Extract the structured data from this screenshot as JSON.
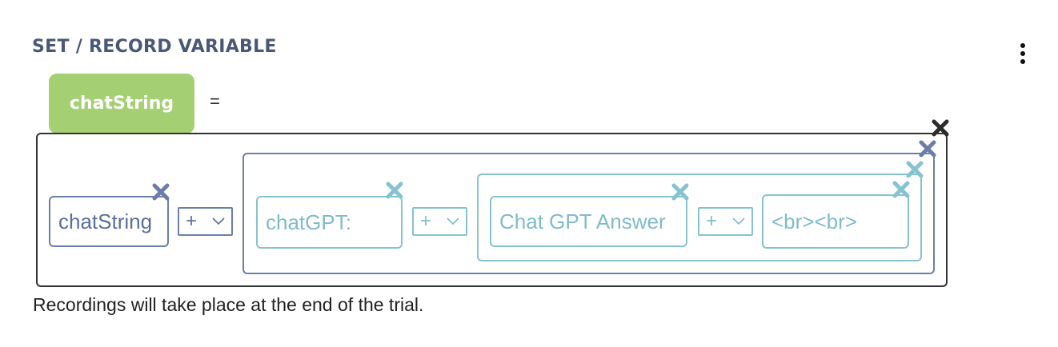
{
  "header": {
    "title": "SET / RECORD VARIABLE",
    "menu_icon": "kebab-menu-icon"
  },
  "variable": {
    "name": "chatString",
    "equals": "="
  },
  "expression": {
    "term1": "chatString",
    "op1": "+",
    "group": {
      "term1": "chatGPT:",
      "op1": "+",
      "inner_group": {
        "term1": "Chat GPT Answer",
        "op1": "+",
        "term2": "<br><br>"
      }
    }
  },
  "note": "Recordings will take place at the end of the trial.",
  "colors": {
    "title": "#4a5878",
    "variable_pill": "#a4cf72",
    "navy": "#6b7eaa",
    "teal": "#86c3d0",
    "outer_border": "#333333"
  }
}
